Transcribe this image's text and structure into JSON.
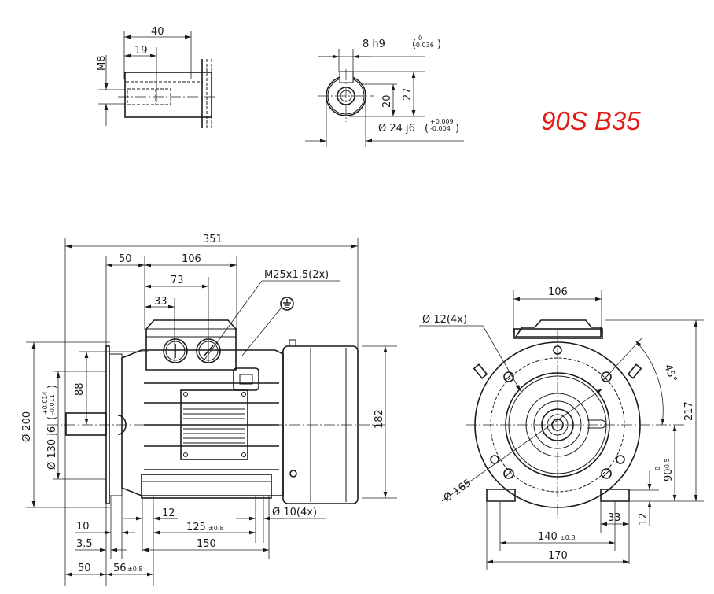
{
  "title": {
    "text": "90S B35",
    "color": "#e21b14"
  },
  "shaft_end_detail": {
    "dim_40": "40",
    "dim_19": "19",
    "thread": "M8"
  },
  "shaft_section": {
    "key_width": "8 h9",
    "key_tol_upper": "0",
    "key_tol_lower": "-0.036",
    "dim_20": "20",
    "dim_27": "27",
    "shaft_dia": "Ø 24 j6",
    "shaft_tol_upper": "+0.009",
    "shaft_tol_lower": "-0.004"
  },
  "side_view": {
    "overall_length": "351",
    "dim_50_top": "50",
    "dim_106_top": "106",
    "dim_73": "73",
    "dim_33": "33",
    "cable_gland": "M25x1.5(2x)",
    "earth_symbol": "earth-ground",
    "flange_dia": "Ø 200",
    "spigot_dia": "Ø 130 j6",
    "spigot_tol_upper": "+0.014",
    "spigot_tol_lower": "-0.011",
    "dim_88": "88",
    "height_182": "182",
    "dim_12": "12",
    "foot_hole": "Ø 10(4x)",
    "dim_10": "10",
    "dim_3_5": "3.5",
    "dim_125": "125",
    "dim_125_tol": "±0.8",
    "dim_150": "150",
    "dim_50_bottom": "50",
    "dim_56": "56",
    "dim_56_tol": "±0.8"
  },
  "front_view": {
    "dim_106": "106",
    "flange_holes": "Ø 12(4x)",
    "angle": "45°",
    "height_217": "217",
    "shaft_height": "90",
    "shaft_height_tol_upper": "0",
    "shaft_height_tol_lower": "-0.5",
    "pcd": "Ø 165",
    "dim_12": "12",
    "dim_33": "33",
    "dim_140": "140",
    "dim_140_tol": "±0.8",
    "dim_170": "170"
  }
}
